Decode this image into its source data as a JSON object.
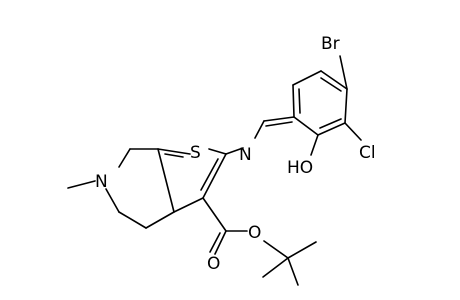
{
  "molecule": {
    "atoms": {
      "bromine": "Br",
      "chlorine": "Cl",
      "hydroxyl": "HO",
      "imine_nitrogen": "N",
      "ring_nitrogen": "N",
      "sulfur": "S",
      "ester_oxygen": "O",
      "carbonyl_oxygen": "O"
    }
  }
}
